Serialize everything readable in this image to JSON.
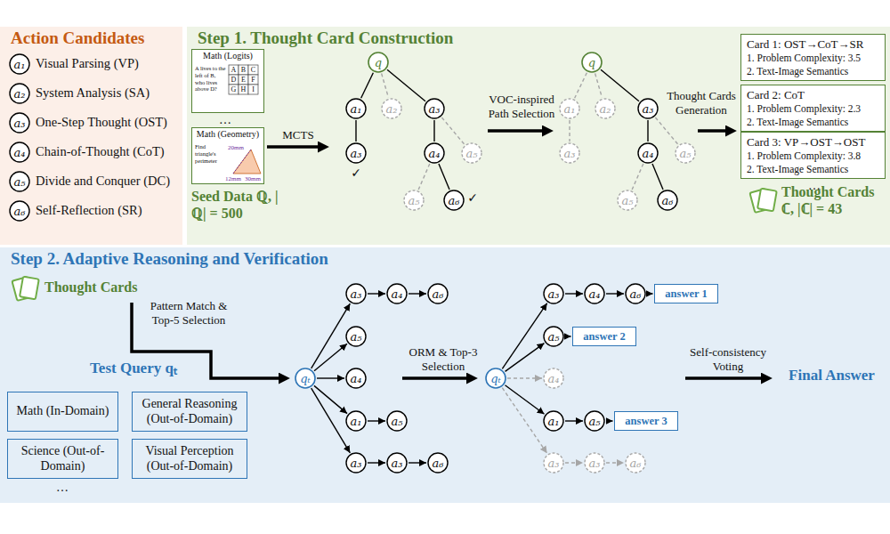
{
  "diagram": {
    "nodes": [
      {
        "text": [
          "Action Candidates"
        ]
      },
      {
        "text": [
          "a₁"
        ],
        "in": 0
      },
      {
        "text": [
          "a₂"
        ],
        "in": 0
      },
      {
        "text": [
          "a₃"
        ],
        "in": 0
      },
      {
        "text": [
          "a₄"
        ],
        "in": 0
      },
      {
        "text": [
          "a₅"
        ],
        "in": 0
      },
      {
        "text": [
          "a₆"
        ],
        "in": 0
      },
      {
        "text": [
          "Step 1. Thought Card Construction"
        ]
      },
      {
        "text": [
          "Math (Logits)",
          "A lives to the left of B, who lives above D?"
        ],
        "in": 7
      },
      {
        "text": [
          "Math (Geometry)",
          "Find triangle's perimeter"
        ],
        "in": 7
      },
      {
        "text": [
          "q"
        ],
        "in": 7
      },
      {
        "text": [
          "a₁"
        ],
        "in": 7
      },
      {
        "text": [
          "a₂"
        ],
        "in": 7
      },
      {
        "text": [
          "a₃"
        ],
        "in": 7
      },
      {
        "text": [
          "a₃"
        ],
        "in": 7
      },
      {
        "text": [
          "a₄"
        ],
        "in": 7
      },
      {
        "text": [
          "a₅"
        ],
        "in": 7
      },
      {
        "text": [
          "a₅"
        ],
        "in": 7
      },
      {
        "text": [
          "a₆"
        ],
        "in": 7
      },
      {
        "text": [
          "q"
        ],
        "in": 7
      },
      {
        "text": [
          "a₁"
        ],
        "in": 7
      },
      {
        "text": [
          "a₂"
        ],
        "in": 7
      },
      {
        "text": [
          "a₃"
        ],
        "in": 7
      },
      {
        "text": [
          "a₃"
        ],
        "in": 7
      },
      {
        "text": [
          "a₄"
        ],
        "in": 7
      },
      {
        "text": [
          "a₅"
        ],
        "in": 7
      },
      {
        "text": [
          "a₅"
        ],
        "in": 7
      },
      {
        "text": [
          "a₆"
        ],
        "in": 7
      },
      {
        "text": [
          "Card 1: OST→CoT→SR",
          "1. Problem Complexity: 3.5",
          "2. Text-Image Semantics"
        ],
        "in": 7
      },
      {
        "text": [
          "Card 2: CoT",
          "1. Problem Complexity: 2.3",
          "2. Text-Image Semantics"
        ],
        "in": 7
      },
      {
        "text": [
          "Card 3: VP→OST→OST",
          "1. Problem Complexity: 3.8",
          "2. Text-Image Semantics"
        ],
        "in": 7
      },
      {
        "text": [
          "Step 2. Adaptive Reasoning and Verification"
        ]
      },
      {
        "text": [
          "Math (In-Domain)"
        ],
        "in": 31
      },
      {
        "text": [
          "General Reasoning (Out-of-Domain)"
        ],
        "in": 31
      },
      {
        "text": [
          "Science (Out-of-Domain)"
        ],
        "in": 31
      },
      {
        "text": [
          "Visual Perception (Out-of-Domain)"
        ],
        "in": 31
      },
      {
        "text": [
          "qₜ"
        ],
        "in": 31
      },
      {
        "text": [
          "a₃"
        ],
        "in": 31
      },
      {
        "text": [
          "a₄"
        ],
        "in": 31
      },
      {
        "text": [
          "a₆"
        ],
        "in": 31
      },
      {
        "text": [
          "a₅"
        ],
        "in": 31
      },
      {
        "text": [
          "a₄"
        ],
        "in": 31
      },
      {
        "text": [
          "a₁"
        ],
        "in": 31
      },
      {
        "text": [
          "a₅"
        ],
        "in": 31
      },
      {
        "text": [
          "a₃"
        ],
        "in": 31
      },
      {
        "text": [
          "a₃"
        ],
        "in": 31
      },
      {
        "text": [
          "a₆"
        ],
        "in": 31
      },
      {
        "text": [
          "qₜ"
        ],
        "in": 31
      },
      {
        "text": [
          "a₃"
        ],
        "in": 31
      },
      {
        "text": [
          "a₄"
        ],
        "in": 31
      },
      {
        "text": [
          "a₆"
        ],
        "in": 31
      },
      {
        "text": [
          "answer 1"
        ],
        "in": 31
      },
      {
        "text": [
          "a₅"
        ],
        "in": 31
      },
      {
        "text": [
          "answer 2"
        ],
        "in": 31
      },
      {
        "text": [
          "a₄"
        ],
        "in": 31
      },
      {
        "text": [
          "a₁"
        ],
        "in": 31
      },
      {
        "text": [
          "a₅"
        ],
        "in": 31
      },
      {
        "text": [
          "answer 3"
        ],
        "in": 31
      },
      {
        "text": [
          "a₃"
        ],
        "in": 31
      },
      {
        "text": [
          "a₃"
        ],
        "in": 31
      },
      {
        "text": [
          "a₆"
        ],
        "in": 31
      }
    ],
    "edges": [
      {
        "from": 10,
        "to": 11,
        "arrow": "none"
      },
      {
        "from": 10,
        "to": 12,
        "arrow": "none"
      },
      {
        "from": 10,
        "to": 13,
        "arrow": "none"
      },
      {
        "from": 11,
        "to": 14,
        "arrow": "none"
      },
      {
        "from": 13,
        "to": 15,
        "arrow": "none"
      },
      {
        "from": 13,
        "to": 16,
        "arrow": "none"
      },
      {
        "from": 15,
        "to": 17,
        "arrow": "none"
      },
      {
        "from": 15,
        "to": 18,
        "arrow": "none"
      },
      {
        "from": 19,
        "to": 20,
        "arrow": "none"
      },
      {
        "from": 19,
        "to": 21,
        "arrow": "none"
      },
      {
        "from": 19,
        "to": 22,
        "arrow": "none"
      },
      {
        "from": 20,
        "to": 23,
        "arrow": "none"
      },
      {
        "from": 22,
        "to": 24,
        "arrow": "none"
      },
      {
        "from": 22,
        "to": 25,
        "arrow": "none"
      },
      {
        "from": 24,
        "to": 26,
        "arrow": "none"
      },
      {
        "from": 24,
        "to": 27,
        "arrow": "none"
      },
      {
        "from": 36,
        "to": 37,
        "arrow": "to"
      },
      {
        "from": 36,
        "to": 40,
        "arrow": "to"
      },
      {
        "from": 36,
        "to": 41,
        "arrow": "to"
      },
      {
        "from": 36,
        "to": 42,
        "arrow": "to"
      },
      {
        "from": 36,
        "to": 44,
        "arrow": "to"
      },
      {
        "from": 37,
        "to": 38,
        "arrow": "to"
      },
      {
        "from": 38,
        "to": 39,
        "arrow": "to"
      },
      {
        "from": 42,
        "to": 43,
        "arrow": "to"
      },
      {
        "from": 44,
        "to": 45,
        "arrow": "to"
      },
      {
        "from": 45,
        "to": 46,
        "arrow": "to"
      },
      {
        "from": 47,
        "to": 48,
        "arrow": "to"
      },
      {
        "from": 47,
        "to": 52,
        "arrow": "to"
      },
      {
        "from": 47,
        "to": 54,
        "arrow": "to"
      },
      {
        "from": 47,
        "to": 55,
        "arrow": "to"
      },
      {
        "from": 47,
        "to": 58,
        "arrow": "to"
      },
      {
        "from": 48,
        "to": 49,
        "arrow": "to"
      },
      {
        "from": 49,
        "to": 50,
        "arrow": "to"
      },
      {
        "from": 50,
        "to": 51,
        "arrow": "to"
      },
      {
        "from": 52,
        "to": 53,
        "arrow": "to"
      },
      {
        "from": 55,
        "to": 56,
        "arrow": "to"
      },
      {
        "from": 56,
        "to": 57,
        "arrow": "to"
      },
      {
        "from": 58,
        "to": 59,
        "arrow": "to"
      },
      {
        "from": 59,
        "to": 60,
        "arrow": "to"
      }
    ],
    "labels": [
      "Visual Parsing (VP)",
      "System Analysis (SA)",
      "One-Step Thought (OST)",
      "Chain-of-Thought (CoT)",
      "Divide and Conquer (DC)",
      "Self-Reflection (SR)",
      "A",
      "B",
      "C",
      "D",
      "E",
      "F",
      "G",
      "H",
      "I",
      "…",
      "20mm",
      "12mm",
      "30mm",
      "Seed Data ℚ, |ℚ| = 500",
      "MCTS",
      "✓",
      "✓",
      "VOC-inspired Path Selection",
      "Thought Cards Generation",
      "…",
      "Thought Cards ℂ, |ℂ| = 43",
      "Thought Cards",
      "Pattern Match & Top-5 Selection",
      "Test Query qₜ",
      "…",
      "ORM & Top-3 Selection",
      "Self-consistency Voting",
      "Final Answer"
    ]
  }
}
